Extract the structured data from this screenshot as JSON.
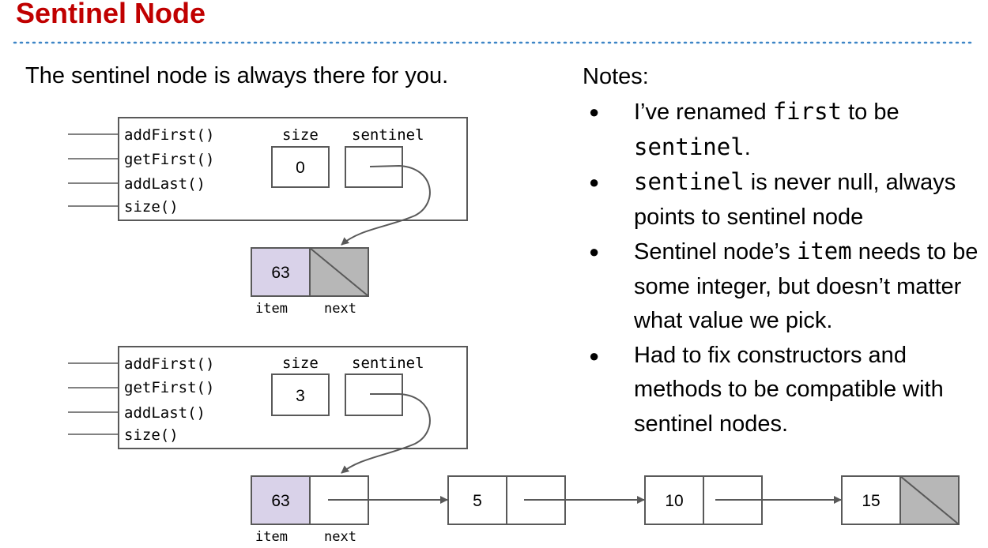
{
  "slide": {
    "title": "Sentinel Node",
    "subtitle": "The sentinel node is always there for you.",
    "notes_label": "Notes:"
  },
  "notes": [
    {
      "parts": [
        {
          "text": "I’ve renamed ",
          "code": false
        },
        {
          "text": "first",
          "code": true
        },
        {
          "text": " to be ",
          "code": false
        },
        {
          "text": "sentinel",
          "code": true
        },
        {
          "text": ".",
          "code": false
        }
      ]
    },
    {
      "parts": [
        {
          "text": "sentinel",
          "code": true
        },
        {
          "text": " is never null, always points to sentinel node",
          "code": false
        }
      ]
    },
    {
      "parts": [
        {
          "text": "Sentinel node’s ",
          "code": false
        },
        {
          "text": "item",
          "code": true
        },
        {
          "text": " needs to be some integer, but doesn’t matter what value we pick.",
          "code": false
        }
      ]
    },
    {
      "parts": [
        {
          "text": "Had to fix constructors and methods to be compatible with sentinel nodes.",
          "code": false
        }
      ]
    }
  ],
  "diagram1": {
    "methods": [
      "addFirst()",
      "getFirst()",
      "addLast()",
      "size()"
    ],
    "size_label": "size",
    "sentinel_label": "sentinel",
    "size_value": "0",
    "node": {
      "item": "63",
      "item_label": "item",
      "next_label": "next"
    }
  },
  "diagram2": {
    "methods": [
      "addFirst()",
      "getFirst()",
      "addLast()",
      "size()"
    ],
    "size_label": "size",
    "sentinel_label": "sentinel",
    "size_value": "3",
    "node": {
      "item": "63",
      "item_label": "item",
      "next_label": "next"
    },
    "chain": [
      "5",
      "10",
      "15"
    ]
  },
  "colors": {
    "title": "#c00000",
    "item_fill": "#d9d2e9",
    "null_fill": "#b7b7b7",
    "stroke": "#595959"
  }
}
